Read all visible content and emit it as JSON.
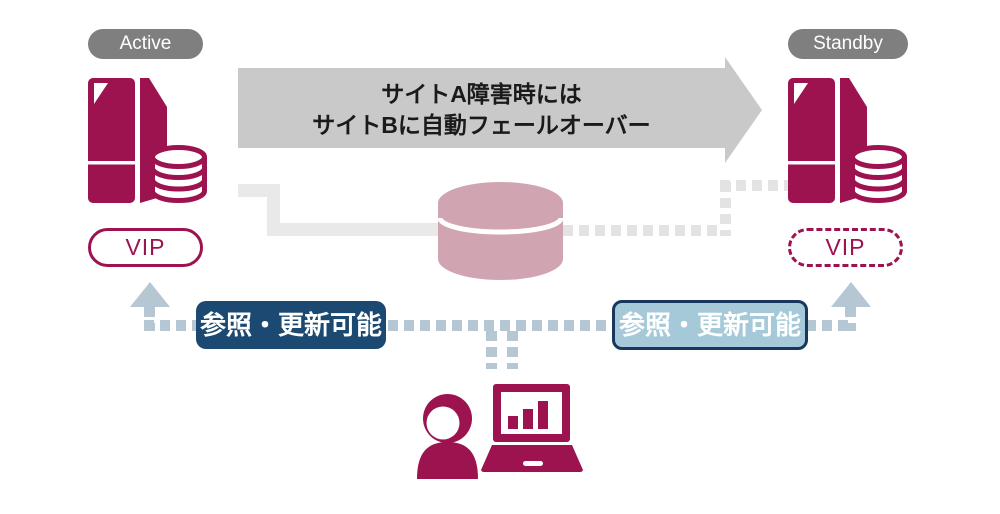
{
  "colors": {
    "magenta": "#9C1350",
    "pink": "#D1A4B1",
    "badge_gray": "#7F7F7F",
    "arrow_gray": "#C9C9C9",
    "line_gray": "#E9E9E9",
    "dash_gray": "#E3E3E3",
    "dash_blue": "#B4C7D3",
    "navy": "#1B4971",
    "navy_border": "#17375E",
    "light_blue": "#A5C9D8",
    "text_dark": "#1A1A1A"
  },
  "site_a": {
    "badge": "Active",
    "vip": "VIP",
    "access_label": "参照・更新可能"
  },
  "site_b": {
    "badge": "Standby",
    "vip": "VIP",
    "access_label": "参照・更新可能"
  },
  "failover_arrow": {
    "line1": "サイトA障害時には",
    "line2": "サイトBに自動フェールオーバー"
  },
  "icons": {
    "server_a": "server-database-icon",
    "server_b": "server-database-icon",
    "shared_storage": "database-cylinder-icon",
    "user": "user-laptop-icon",
    "up_arrow_a": "up-arrow-icon",
    "up_arrow_b": "up-arrow-icon"
  }
}
